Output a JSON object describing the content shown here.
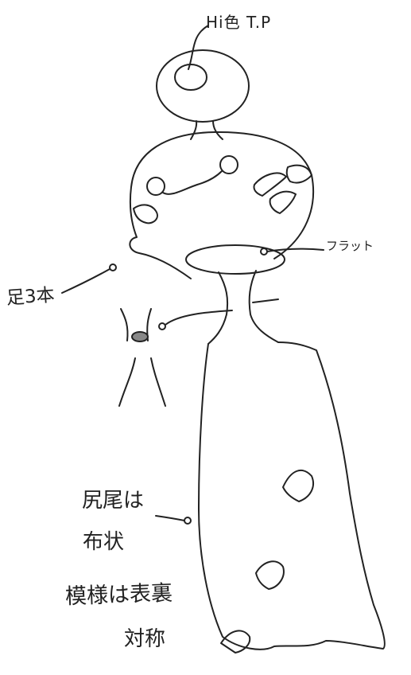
{
  "annotations": {
    "top_label": "Hi色 T.P",
    "flat_label": "フラット",
    "legs_label": "足3本",
    "tail_line1": "尻尾は",
    "tail_line2": "布状",
    "pattern_line1": "模様は表裏",
    "pattern_line2": "対称"
  },
  "colors": {
    "ink": "#222222",
    "paper": "#ffffff"
  }
}
